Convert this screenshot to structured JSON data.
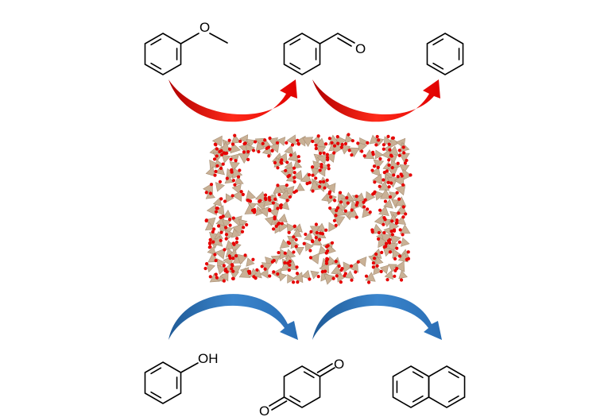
{
  "molecules": {
    "anisole": {
      "oxygen_label": "O"
    },
    "benzaldehyde": {
      "oxygen_label": "O"
    },
    "benzene": {},
    "phenol": {
      "hydroxyl_label": "OH"
    },
    "benzoquinone": {
      "oxygen_top_label": "O",
      "oxygen_bottom_label": "O"
    },
    "naphthalene": {}
  },
  "colors": {
    "red_arrow": "#e8120c",
    "blue_arrow": "#2a6eb5",
    "framework_tetrahedra": "#c9b196",
    "framework_oxygen": "#e60000"
  }
}
